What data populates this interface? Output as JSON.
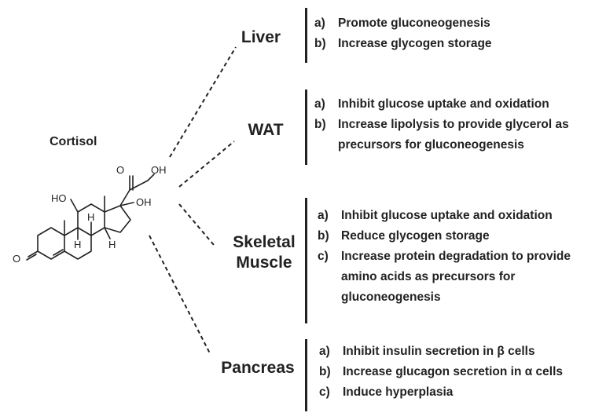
{
  "molecule": {
    "name": "Cortisol",
    "atom_labels": [
      "O",
      "OH",
      "HO",
      "OH",
      "H",
      "H",
      "H",
      "O"
    ]
  },
  "targets": [
    {
      "organ": "Liver",
      "effects": [
        {
          "mark": "a)",
          "text": "Promote gluconeogenesis"
        },
        {
          "mark": "b)",
          "text": "Increase glycogen storage"
        }
      ]
    },
    {
      "organ": "WAT",
      "effects": [
        {
          "mark": "a)",
          "text": "Inhibit glucose uptake and oxidation"
        },
        {
          "mark": "b)",
          "text": "Increase lipolysis to provide glycerol as precursors for gluconeogenesis"
        }
      ]
    },
    {
      "organ": "Skeletal Muscle",
      "effects": [
        {
          "mark": "a)",
          "text": "Inhibit glucose uptake and oxidation"
        },
        {
          "mark": "b)",
          "text": "Reduce glycogen storage"
        },
        {
          "mark": "c)",
          "text": "Increase protein degradation to provide amino acids as precursors for gluconeogenesis"
        }
      ]
    },
    {
      "organ": "Pancreas",
      "effects": [
        {
          "mark": "a)",
          "text": "Inhibit insulin secretion in β cells"
        },
        {
          "mark": "b)",
          "text": "Increase glucagon secretion in α cells"
        },
        {
          "mark": "c)",
          "text": "Induce hyperplasia"
        }
      ]
    }
  ]
}
